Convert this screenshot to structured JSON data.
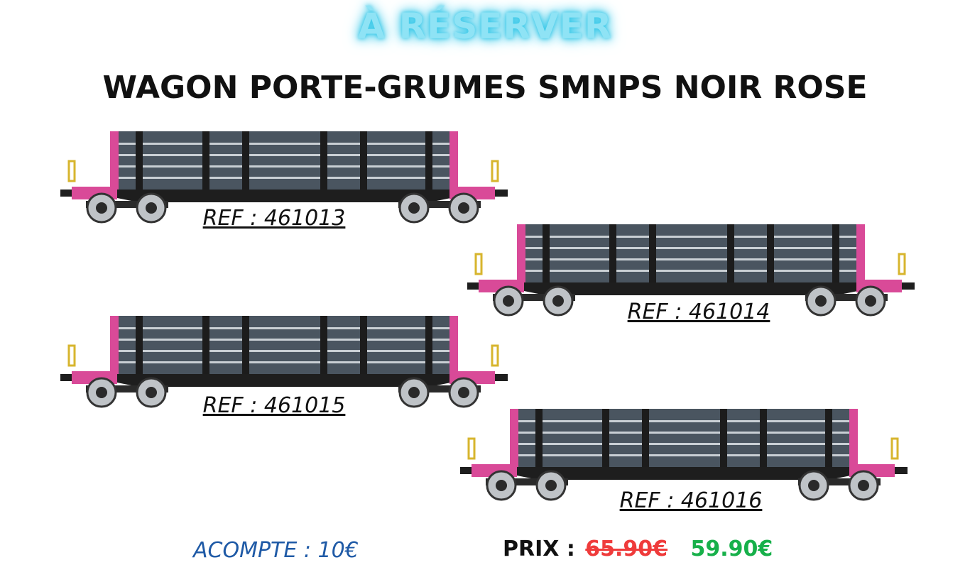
{
  "banner": "À RÉSERVER",
  "title": "WAGON PORTE-GRUMES SMNPS NOIR ROSE",
  "wagons": [
    {
      "ref": "REF : 461013"
    },
    {
      "ref": "REF : 461014"
    },
    {
      "ref": "REF : 461015"
    },
    {
      "ref": "REF : 461016"
    }
  ],
  "acompte": "ACOMPTE : 10€",
  "price": {
    "label": "PRIX :",
    "old": "65.90€",
    "new": "59.90€"
  },
  "colors": {
    "banner": "#8fe3f5",
    "pink": "#d94a98",
    "old_price": "#ef3b3b",
    "new_price": "#17b04a",
    "acompte": "#1f5aa6"
  }
}
